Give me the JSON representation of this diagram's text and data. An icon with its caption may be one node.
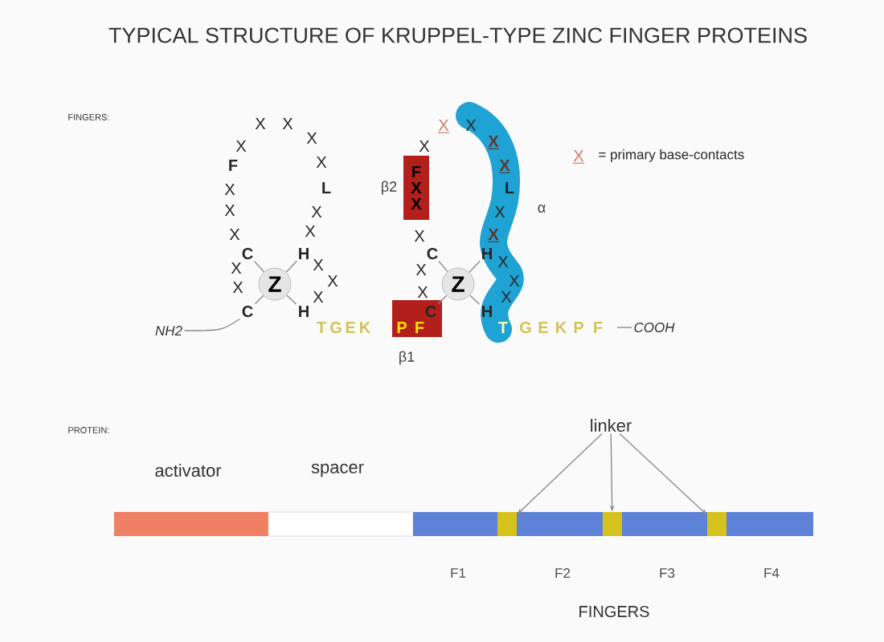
{
  "diagram": {
    "title": "TYPICAL STRUCTURE OF KRUPPEL-TYPE ZINC FINGER PROTEINS",
    "nodes": [
      {
        "text": [
          "Z"
        ]
      },
      {
        "text": [
          "C"
        ]
      },
      {
        "text": [
          "H"
        ]
      },
      {
        "text": [
          "C"
        ]
      },
      {
        "text": [
          "H"
        ]
      },
      {
        "text": [
          "NH2"
        ]
      },
      {
        "text": [
          "F",
          "X",
          "X"
        ],
        "beside": [
          "β2"
        ]
      },
      {
        "text": [
          "P",
          "F"
        ],
        "beside": [
          "β1"
        ]
      },
      {
        "text": [
          "C"
        ],
        "in": 7
      },
      {
        "text": [
          "C"
        ]
      },
      {
        "text": [
          "Z"
        ]
      },
      {
        "text": [
          "X",
          "X",
          "X",
          "L",
          "X",
          "X",
          "X",
          "X",
          "X",
          "T"
        ],
        "beside": [
          "α"
        ]
      },
      {
        "text": [
          "H"
        ],
        "in": 11
      },
      {
        "text": [
          "H"
        ],
        "in": 11
      },
      {
        "text": [
          "COOH"
        ]
      },
      {
        "text": [
          "linker"
        ]
      },
      {
        "text": [],
        "shape": "bar"
      },
      {
        "text": [],
        "shape": "bar"
      },
      {
        "text": [],
        "shape": "bar"
      }
    ],
    "edges": [
      {
        "from": 0,
        "to": 1,
        "arrow": "none"
      },
      {
        "from": 0,
        "to": 2,
        "arrow": "none"
      },
      {
        "from": 0,
        "to": 3,
        "arrow": "none"
      },
      {
        "from": 0,
        "to": 4,
        "arrow": "none"
      },
      {
        "from": 5,
        "to": 3,
        "arrow": "none"
      },
      {
        "from": 10,
        "to": 9,
        "arrow": "none"
      },
      {
        "from": 10,
        "to": 8,
        "arrow": "none"
      },
      {
        "from": 10,
        "to": 12,
        "arrow": "none"
      },
      {
        "from": 10,
        "to": 13,
        "arrow": "none"
      },
      {
        "from": 14,
        "to": null,
        "arrow": "none"
      },
      {
        "from": 15,
        "to": 16,
        "arrow": "to"
      },
      {
        "from": 15,
        "to": 17,
        "arrow": "to"
      },
      {
        "from": 15,
        "to": 18,
        "arrow": "to"
      }
    ],
    "labels": [
      "FINGERS:",
      "X",
      "X",
      "X",
      "X",
      "F",
      "X",
      "X",
      "L",
      "X",
      "X",
      "X",
      "X",
      "X",
      "X",
      "X",
      "X",
      "X",
      "T",
      "G",
      "E",
      "K",
      "X",
      "X",
      "X",
      "X",
      "X",
      "G",
      "E",
      "K",
      "P",
      "F",
      "X",
      "= primary base-contacts",
      "PROTEIN:",
      "activator",
      "spacer",
      "F1",
      "F2",
      "F3",
      "F4",
      "FINGERS"
    ]
  }
}
